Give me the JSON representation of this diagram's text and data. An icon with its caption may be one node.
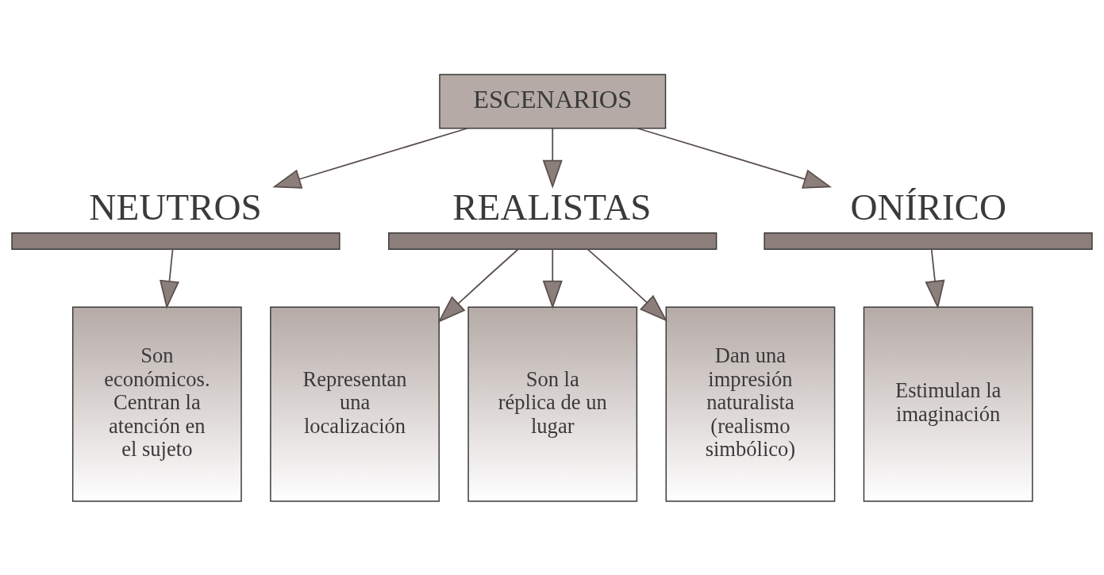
{
  "diagram": {
    "nodes": [
      {
        "text": [
          "ESCENARIOS"
        ]
      },
      {
        "text": [
          "NEUTROS"
        ]
      },
      {
        "text": [
          "REALISTAS"
        ]
      },
      {
        "text": [
          "ONÍRICO"
        ]
      },
      {
        "text": [
          "Son económicos. Centran la atención en el sujeto"
        ]
      },
      {
        "text": [
          "Representan una localización"
        ]
      },
      {
        "text": [
          "Son la réplica de un lugar"
        ]
      },
      {
        "text": [
          "Dan una impresión naturalista (realismo simbólico)"
        ]
      },
      {
        "text": [
          "Estimulan la imaginación"
        ]
      }
    ],
    "edges": [
      {
        "from": 0,
        "to": 1,
        "arrow": "to"
      },
      {
        "from": 0,
        "to": 2,
        "arrow": "to"
      },
      {
        "from": 0,
        "to": 3,
        "arrow": "to"
      },
      {
        "from": 1,
        "to": 4,
        "arrow": "to"
      },
      {
        "from": 2,
        "to": 5,
        "arrow": "to"
      },
      {
        "from": 2,
        "to": 6,
        "arrow": "to"
      },
      {
        "from": 2,
        "to": 7,
        "arrow": "to"
      },
      {
        "from": 3,
        "to": 8,
        "arrow": "to"
      }
    ]
  }
}
